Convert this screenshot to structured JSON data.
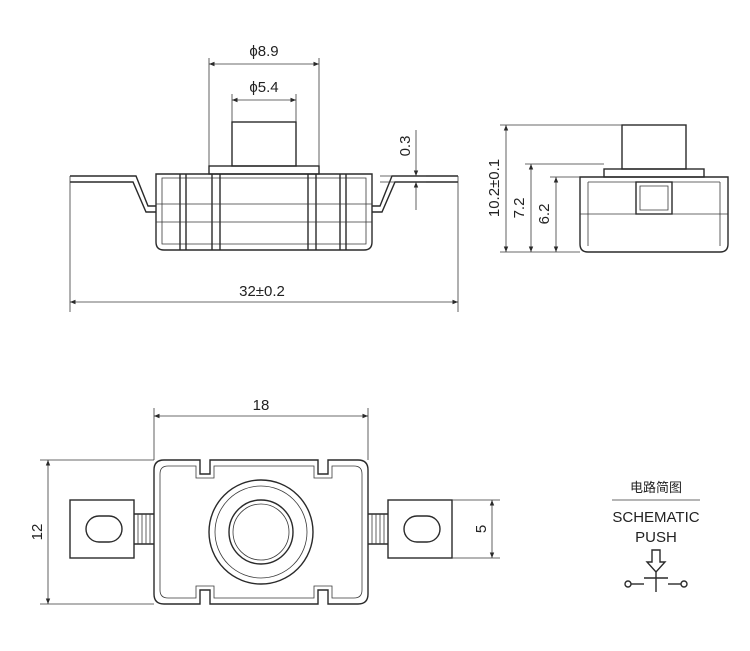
{
  "dimensions": {
    "outer_dia": "ϕ8.9",
    "inner_dia": "ϕ5.4",
    "gap": "0.3",
    "total_length": "32±0.2",
    "height_total": "10.2±0.1",
    "height_body": "7.2",
    "height_inner": "6.2",
    "bottom_width": "18",
    "bottom_height": "12",
    "tab_width": "5"
  },
  "schematic": {
    "title_cn": "电路简图",
    "title_en": "SCHEMATIC",
    "label": "PUSH"
  },
  "colors": {
    "line": "#2a2a2a",
    "background": "#ffffff"
  }
}
